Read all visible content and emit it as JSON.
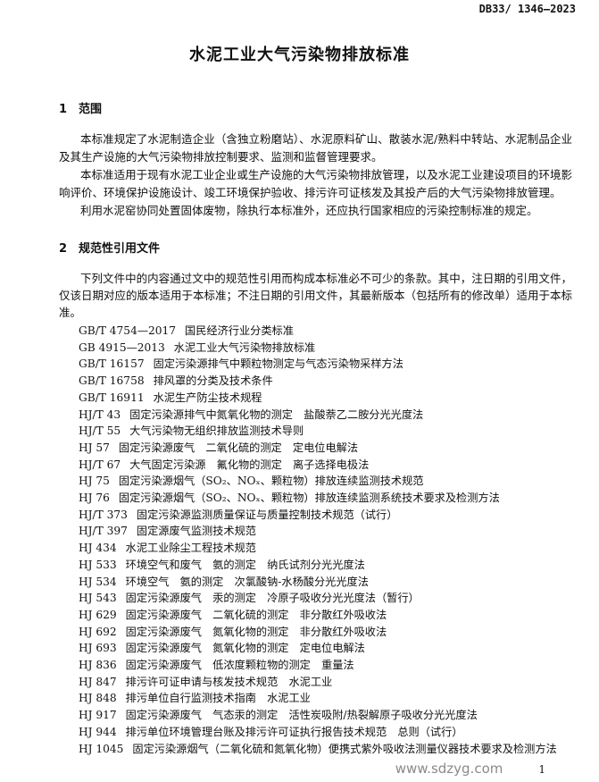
{
  "header": {
    "doc_code": "DB33/ 1346—2023"
  },
  "title": "水泥工业大气污染物排放标准",
  "sections": [
    {
      "number": "1",
      "heading": "范围",
      "paragraphs": [
        "本标准规定了水泥制造企业（含独立粉磨站）、水泥原料矿山、散装水泥/熟料中转站、水泥制品企业及其生产设施的大气污染物排放控制要求、监测和监督管理要求。",
        "本标准适用于现有水泥工业企业或生产设施的大气污染物排放管理，以及水泥工业建设项目的环境影响评价、环境保护设施设计、竣工环境保护验收、排污许可证核发及其投产后的大气污染物排放管理。",
        "利用水泥窑协同处置固体废物，除执行本标准外，还应执行国家相应的污染控制标准的规定。"
      ]
    },
    {
      "number": "2",
      "heading": "规范性引用文件",
      "paragraphs": [
        "下列文件中的内容通过文中的规范性引用而构成本标准必不可少的条款。其中，注日期的引用文件，仅该日期对应的版本适用于本标准；不注日期的引用文件，其最新版本（包括所有的修改单）适用于本标准。"
      ]
    }
  ],
  "references": [
    {
      "code": "GB/T 4754—2017",
      "title": "国民经济行业分类标准"
    },
    {
      "code": "GB 4915—2013",
      "title": "水泥工业大气污染物排放标准"
    },
    {
      "code": "GB/T 16157",
      "title": "固定污染源排气中颗粒物测定与气态污染物采样方法"
    },
    {
      "code": "GB/T 16758",
      "title": "排风罩的分类及技术条件"
    },
    {
      "code": "GB/T 16911",
      "title": "水泥生产防尘技术规程"
    },
    {
      "code": "HJ/T 43",
      "title": "固定污染源排气中氮氧化物的测定　盐酸萘乙二胺分光光度法"
    },
    {
      "code": "HJ/T 55",
      "title": "大气污染物无组织排放监测技术导则"
    },
    {
      "code": "HJ 57",
      "title": "固定污染源废气　二氧化硫的测定　定电位电解法"
    },
    {
      "code": "HJ/T 67",
      "title": "大气固定污染源　氟化物的测定　离子选择电极法"
    },
    {
      "code": "HJ 75",
      "title": "固定污染源烟气（SO₂、NOₓ、颗粒物）排放连续监测技术规范"
    },
    {
      "code": "HJ 76",
      "title": "固定污染源烟气（SO₂、NOₓ、颗粒物）排放连续监测系统技术要求及检测方法"
    },
    {
      "code": "HJ/T 373",
      "title": "固定污染源监测质量保证与质量控制技术规范（试行）"
    },
    {
      "code": "HJ/T 397",
      "title": "固定源废气监测技术规范"
    },
    {
      "code": "HJ 434",
      "title": "水泥工业除尘工程技术规范"
    },
    {
      "code": "HJ 533",
      "title": "环境空气和废气　氨的测定　纳氏试剂分光光度法"
    },
    {
      "code": "HJ 534",
      "title": "环境空气　氨的测定　次氯酸钠-水杨酸分光光度法"
    },
    {
      "code": "HJ 543",
      "title": "固定污染源废气　汞的测定　冷原子吸收分光光度法（暂行）"
    },
    {
      "code": "HJ 629",
      "title": "固定污染源废气　二氧化硫的测定　非分散红外吸收法"
    },
    {
      "code": "HJ 692",
      "title": "固定污染源废气　氮氧化物的测定　非分散红外吸收法"
    },
    {
      "code": "HJ 693",
      "title": "固定污染源废气　氮氧化物的测定　定电位电解法"
    },
    {
      "code": "HJ 836",
      "title": "固定污染源废气　低浓度颗粒物的测定　重量法"
    },
    {
      "code": "HJ 847",
      "title": "排污许可证申请与核发技术规范　水泥工业"
    },
    {
      "code": "HJ 848",
      "title": "排污单位自行监测技术指南　水泥工业"
    },
    {
      "code": "HJ 917",
      "title": "固定污染源废气　气态汞的测定　活性炭吸附/热裂解原子吸收分光光度法"
    },
    {
      "code": "HJ 944",
      "title": "排污单位环境管理台账及排污许可证执行报告技术规范　总则（试行）"
    },
    {
      "code": "HJ 1045",
      "title": "固定污染源烟气（二氧化硫和氮氧化物）便携式紫外吸收法测量仪器技术要求及检测方法"
    }
  ],
  "watermark": "www.sdzyg.com",
  "page_number": "1"
}
